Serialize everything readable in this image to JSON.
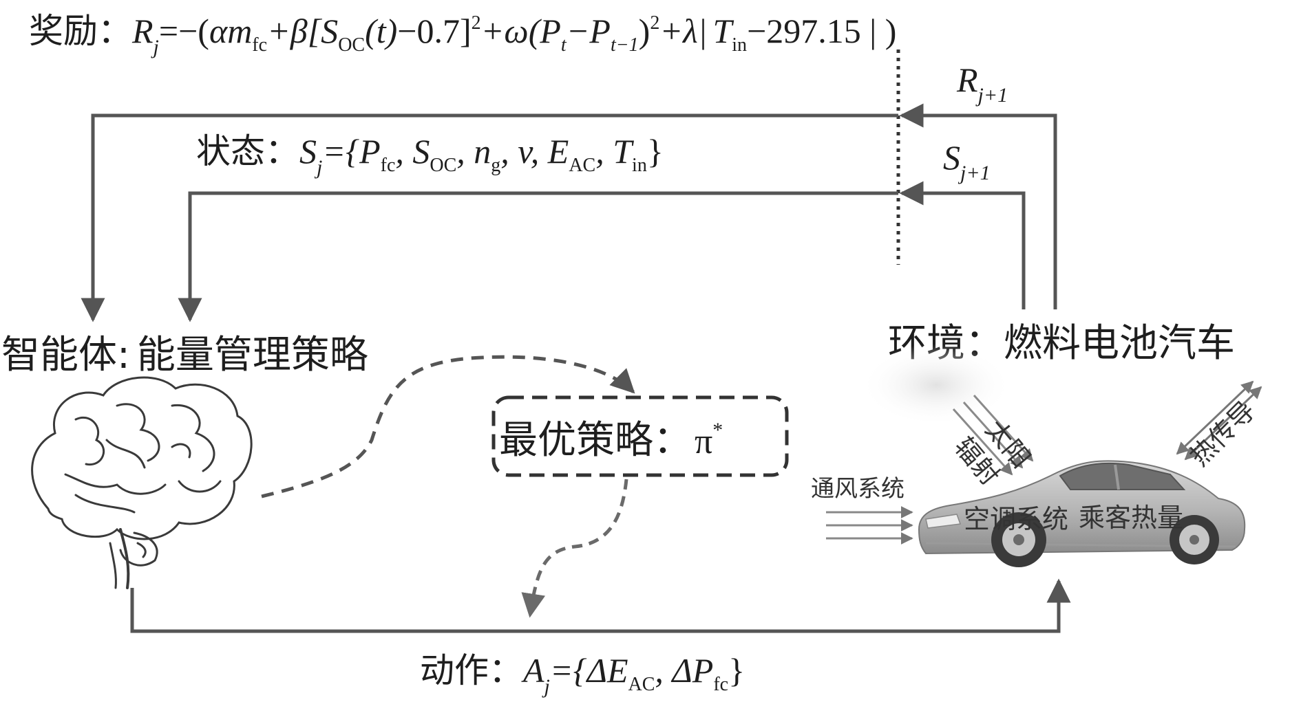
{
  "reward": {
    "prefix": "奖励：",
    "R": "R",
    "j": "j",
    "eq": "=−(",
    "alpha": "α",
    "m": "m",
    "fc": "fc",
    "plus_beta": "+β",
    "bracket_S": "[S",
    "OC": "OC",
    "t_paren": "(t)",
    "minus07": "−0.7]",
    "sq": "2",
    "plus_omega": "+ω(P",
    "t": "t",
    "minus_P": "−P",
    "t_1": "t−1",
    "close_sq": ")",
    "plus_lambda": "+λ|",
    "T": "T",
    "in": "in",
    "tail": "−297.15 | )"
  },
  "feedback": {
    "R": "R",
    "R_sub": "j+1",
    "S": "S",
    "S_sub": "j+1"
  },
  "state": {
    "prefix": "状态：",
    "S": "S",
    "j": "j",
    "open": "={P",
    "fc": "fc",
    "S_OC": ", S",
    "OC": "OC",
    "n": ", n",
    "g": "g",
    "v": ", v, E",
    "AC": "AC",
    "T": ", T",
    "in": "in",
    "close": "}"
  },
  "agent": {
    "label": "智能体",
    "colon": ":",
    "strategy": "能量管理策略"
  },
  "environment": {
    "label": "环境：",
    "vehicle": "燃料电池汽车"
  },
  "optimal_policy": {
    "label": "最优策略：",
    "pi": "π",
    "star": "*"
  },
  "car_labels": {
    "ventilation": "通风系统",
    "ac_system": "空调系统",
    "passenger_heat": "乘客热量",
    "solar_1": "太阳",
    "solar_2": "辐射",
    "conduction": "热传导"
  },
  "action": {
    "prefix": "动作：",
    "A": "A",
    "j": "j",
    "open": "={ΔE",
    "AC": "AC",
    "comma": ", ΔP",
    "fc": "fc",
    "close": "}"
  }
}
